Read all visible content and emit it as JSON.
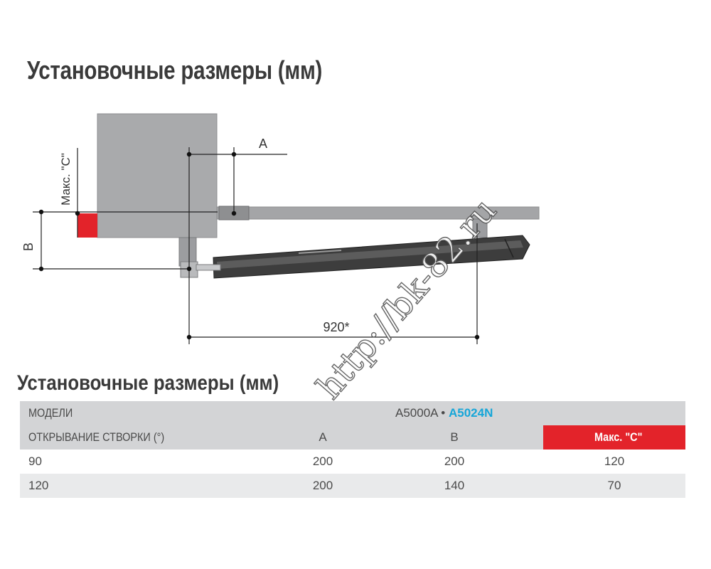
{
  "heading_top": "Установочные размеры (мм)",
  "heading_table": "Установочные размеры (мм)",
  "diagram": {
    "label_a": "A",
    "label_b": "B",
    "label_max_c": "Макс. \"С\"",
    "label_920": "920*",
    "colors": {
      "pillar": "#a9aaac",
      "gate": "#a4a5a7",
      "marker": "#e3232a",
      "actuator": "#3d3d3d"
    }
  },
  "watermark": "http://bk-82.ru",
  "table": {
    "models_label": "МОДЕЛИ",
    "model_1": "A5000A",
    "separator": "•",
    "model_2": "A5024N",
    "opening_label": "ОТКРЫВАНИЕ СТВОРКИ (°)",
    "col_a": "A",
    "col_b": "B",
    "col_c": "Макс. \"С\"",
    "rows": [
      {
        "angle": "90",
        "a": "200",
        "b": "200",
        "c": "120"
      },
      {
        "angle": "120",
        "a": "200",
        "b": "140",
        "c": "70"
      }
    ],
    "accent_color": "#e3232a",
    "model_2_color": "#16a6d8"
  }
}
